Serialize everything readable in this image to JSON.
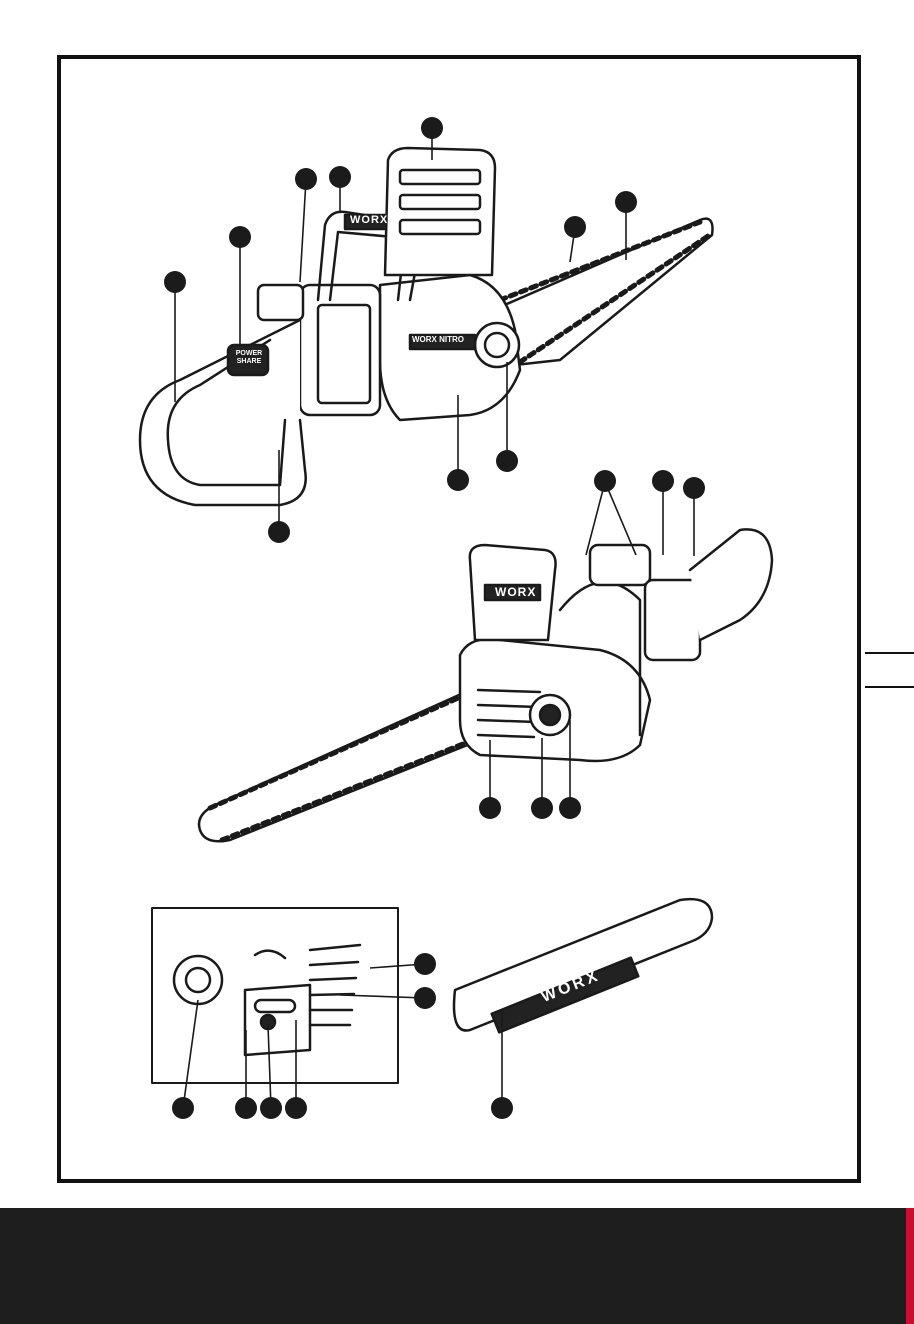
{
  "brand": {
    "logo_text": "WORX",
    "top_handle_logo": "WORX",
    "housing_label": "WORX NITRO",
    "power_share_label": "POWER SHARE",
    "scabbard_logo": "WORX"
  },
  "callouts": {
    "count": 23,
    "note": ""
  },
  "colors": {
    "frame": "#111111",
    "ink": "#1b1b1b",
    "footer": "#1e1e1e",
    "footer_accent": "#c8102e"
  }
}
